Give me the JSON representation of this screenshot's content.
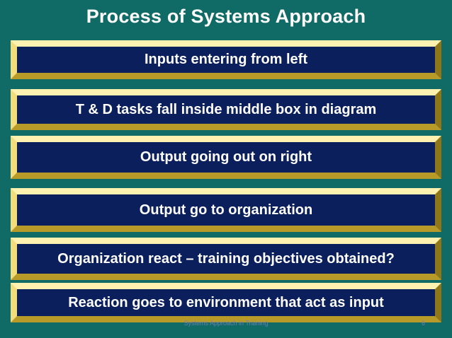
{
  "title": "Process of Systems Approach",
  "boxes": [
    {
      "text": "Inputs entering from left"
    },
    {
      "text": "T & D tasks fall inside middle box in diagram"
    },
    {
      "text": "Output going out on right"
    },
    {
      "text": "Output go to organization"
    },
    {
      "text": "Organization react – training objectives obtained?"
    },
    {
      "text": "Reaction goes to environment that act as input"
    }
  ],
  "footer": {
    "text": "Systems Approach in Training",
    "page": "6"
  },
  "colors": {
    "background": "#106a66",
    "box_fill": "#0a1f5c",
    "bevel_light": "#fff2b0",
    "bevel_dark": "#8f7618",
    "text": "#ffffff"
  }
}
